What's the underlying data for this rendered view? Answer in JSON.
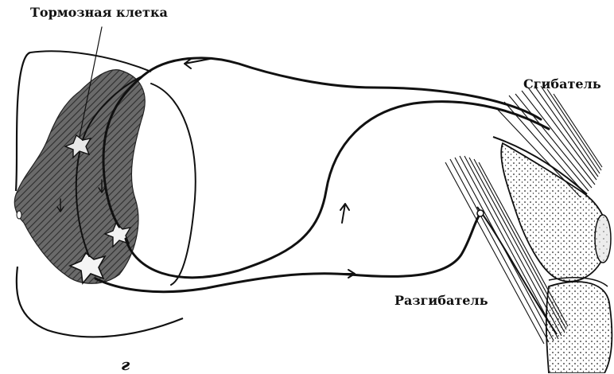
{
  "labels": {
    "inhibitory_cell": "Тормозная клетка",
    "flexor": "Сгибатель",
    "extensor": "Разгибатель",
    "panel_letter": "г"
  },
  "colors": {
    "ink": "#111111",
    "gray_matter": "#555555",
    "bone_fill": "#e9e9e9",
    "background": "#ffffff"
  }
}
